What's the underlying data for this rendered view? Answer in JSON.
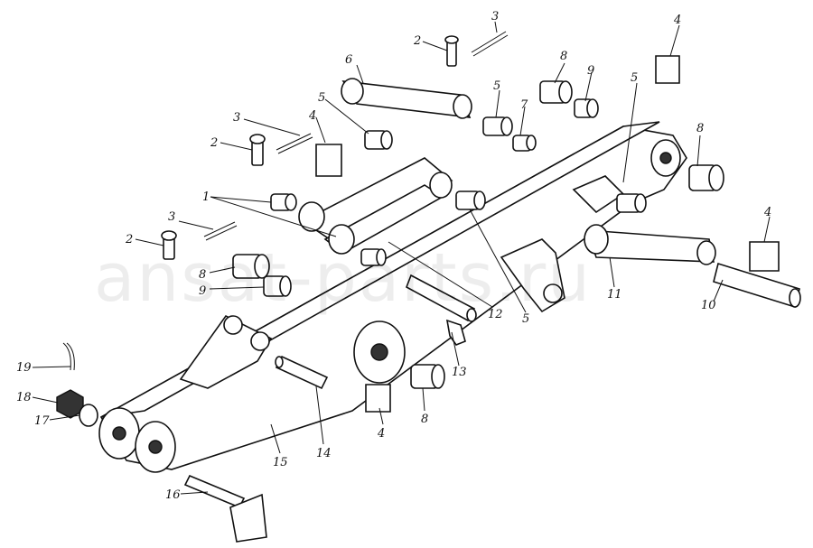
{
  "watermark": "ansat-parts.ru",
  "callouts": [
    "1",
    "2",
    "3",
    "4",
    "5",
    "6",
    "7",
    "8",
    "9",
    "10",
    "11",
    "12",
    "13",
    "14",
    "15",
    "16",
    "17",
    "18",
    "19"
  ],
  "colors": {
    "ink": "#111111",
    "paper": "#ffffff",
    "shade": "#333333"
  }
}
